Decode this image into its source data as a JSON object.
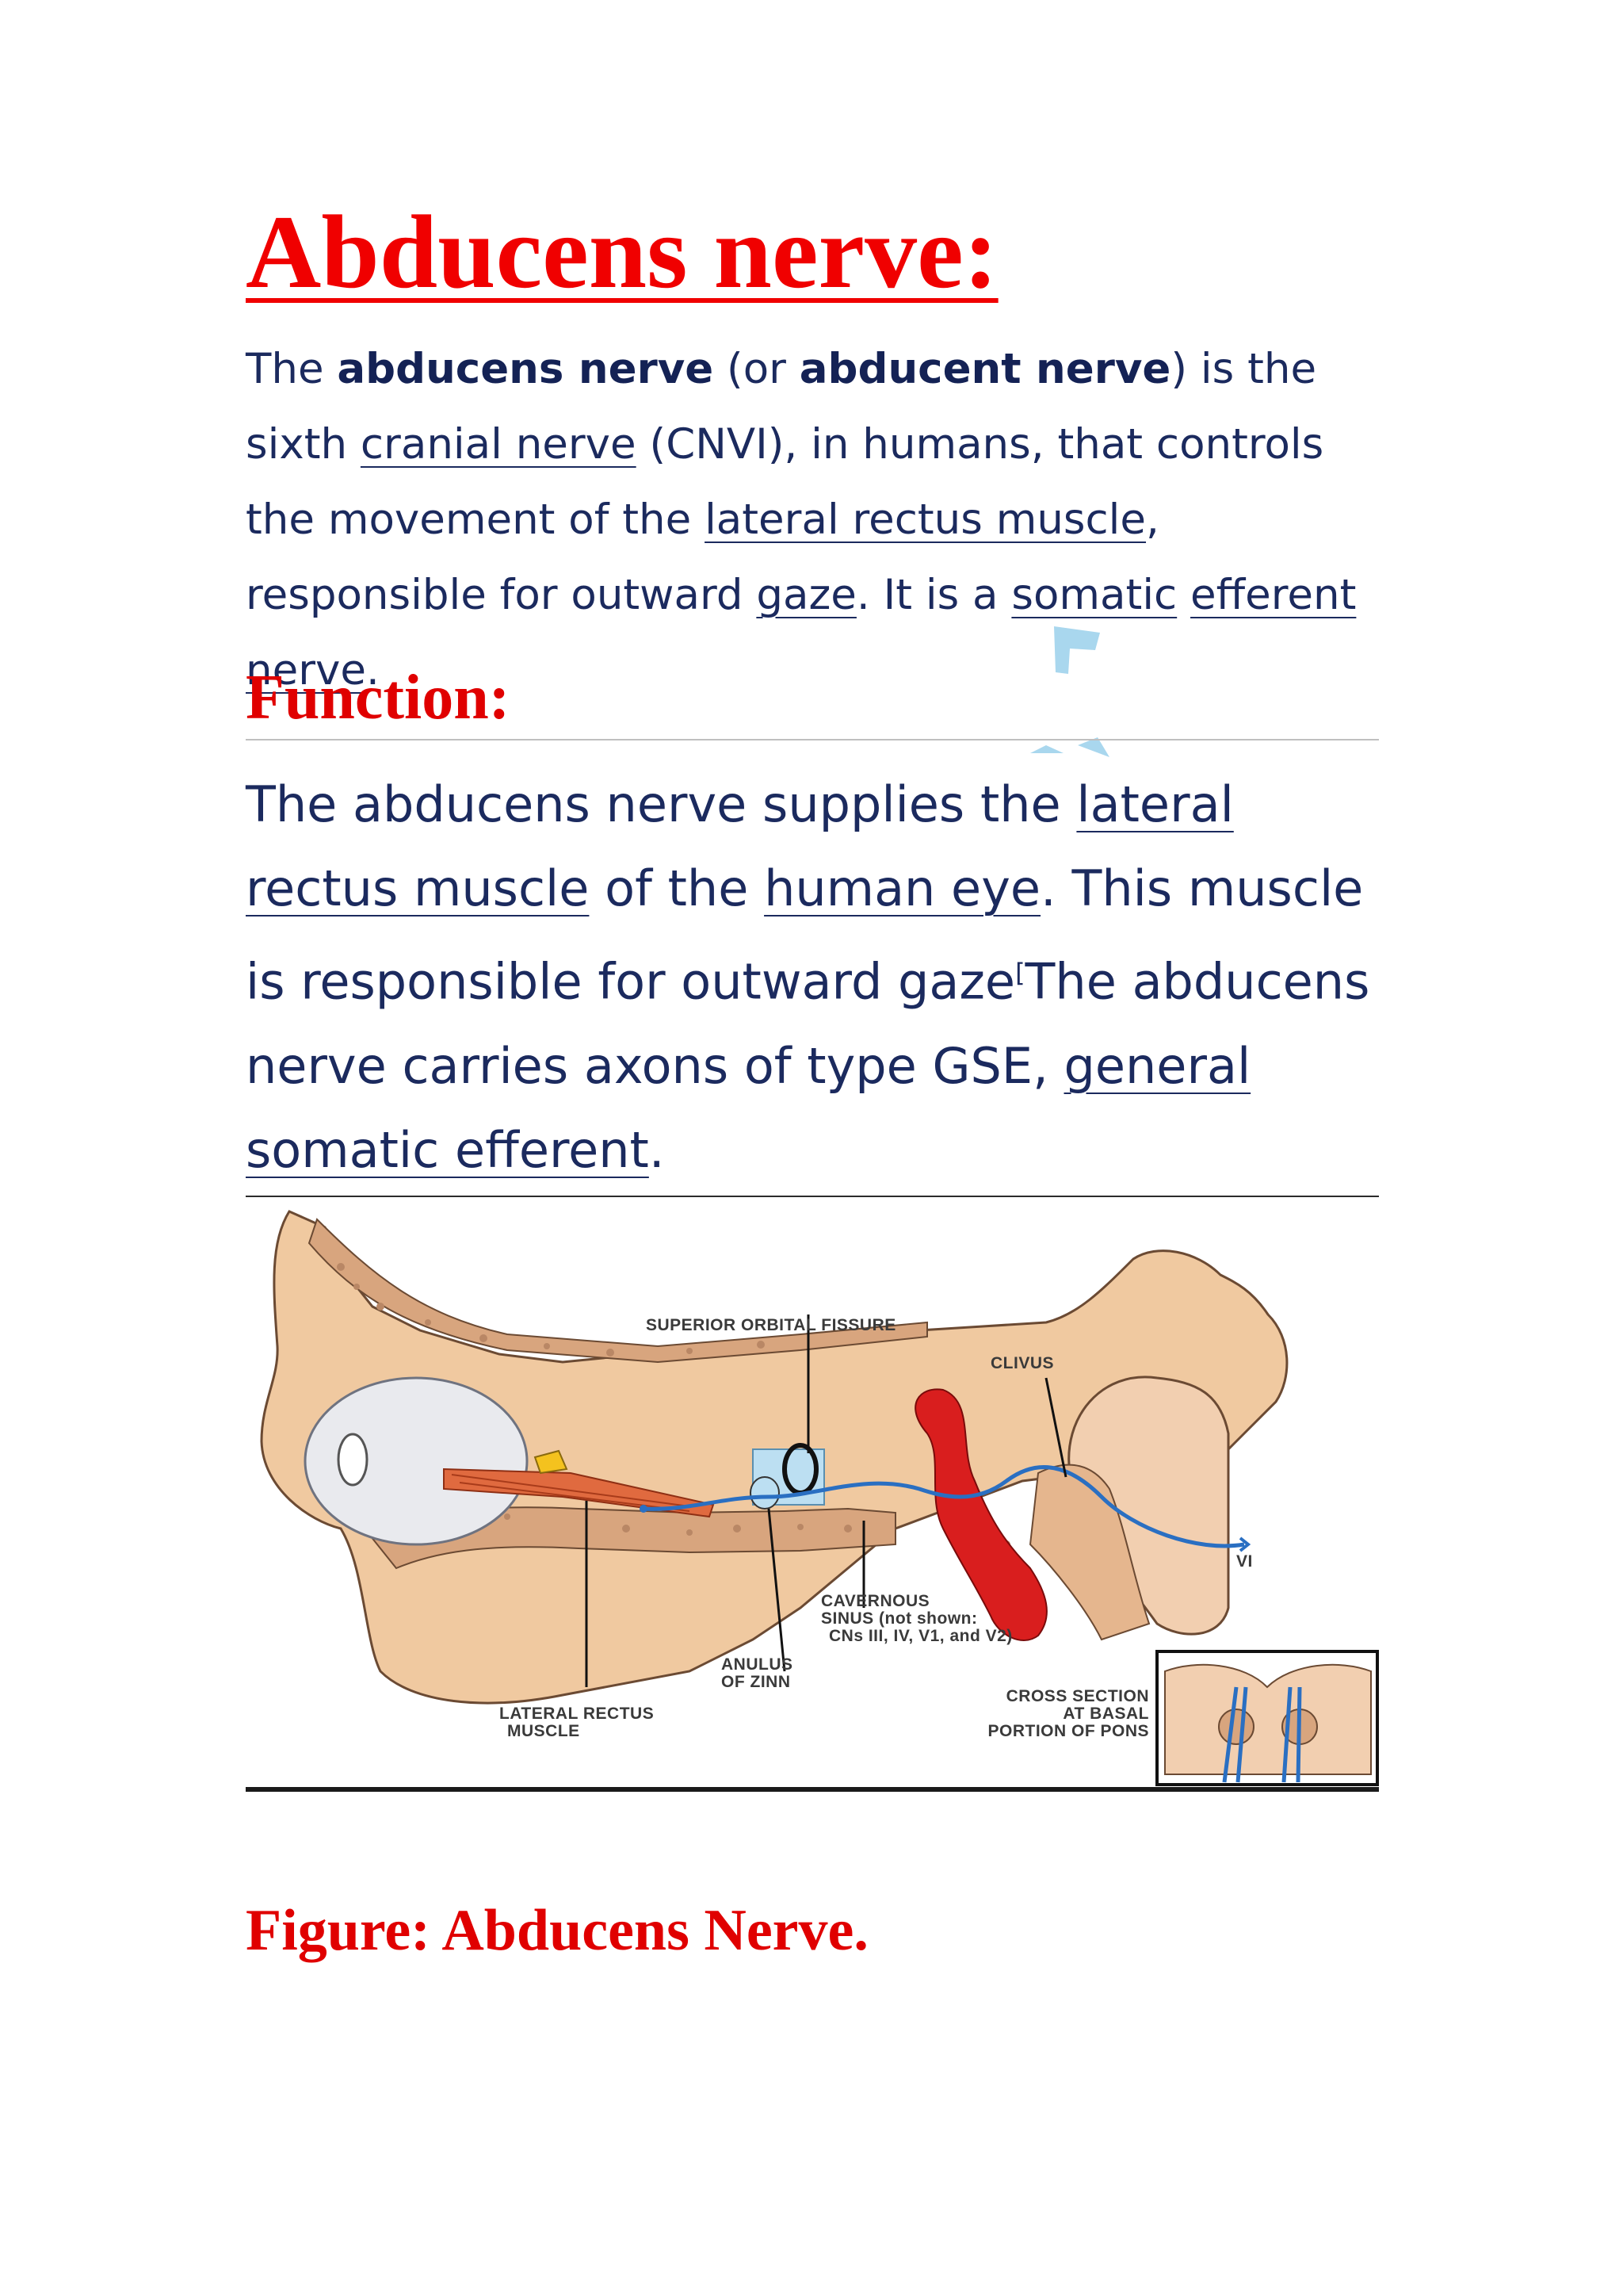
{
  "title": "Abducens nerve:",
  "intro": {
    "t1": "The ",
    "b1": "abducens nerve",
    "t2": " (or ",
    "b2": "abducent nerve",
    "t3": ") is the sixth ",
    "l1": "cranial nerve",
    "t4": " (CNVI), in humans, that controls the movement of the ",
    "l2": "lateral rectus muscle",
    "t5": ", responsible for outward ",
    "l3": "gaze",
    "t6": ". It is a ",
    "l4": "somatic",
    "t7": " ",
    "l5": "efferent nerve",
    "t8": "."
  },
  "function_heading": "Function:",
  "function": {
    "t1": "The abducens nerve supplies the ",
    "l1": "lateral rectus muscle",
    "t2": " of the ",
    "l2": "human eye",
    "t3": ". This muscle is responsible for outward gaze",
    "cite": "[",
    "t4": "The abducens nerve carries axons of type GSE, ",
    "l3": "general somatic efferent",
    "t5": "."
  },
  "figure_labels": {
    "superior_orbital_fissure": "SUPERIOR ORBITAL FISSURE",
    "clivus": "CLIVUS",
    "cavernous_1": "CAVERNOUS",
    "cavernous_2": "SINUS (not shown:",
    "cavernous_3": "CNs III, IV, V1, and V2)",
    "anulus_1": "ANULUS",
    "anulus_2": "OF ZINN",
    "lateral_rectus_1": "LATERAL RECTUS",
    "lateral_rectus_2": "MUSCLE",
    "cross_1": "CROSS SECTION",
    "cross_2": "AT BASAL",
    "cross_3": "PORTION OF PONS",
    "vi": "VI"
  },
  "caption": "Figure: Abducens Nerve.",
  "colors": {
    "heading_red": "#f00000",
    "body_navy": "#1b2a5e",
    "bone_tan": "#f0c9a0",
    "bone_dark": "#d8a57e",
    "artery_red": "#d91e1e",
    "nerve_blue": "#2a6fc2",
    "watermark_blue": "#a9d7ee"
  }
}
